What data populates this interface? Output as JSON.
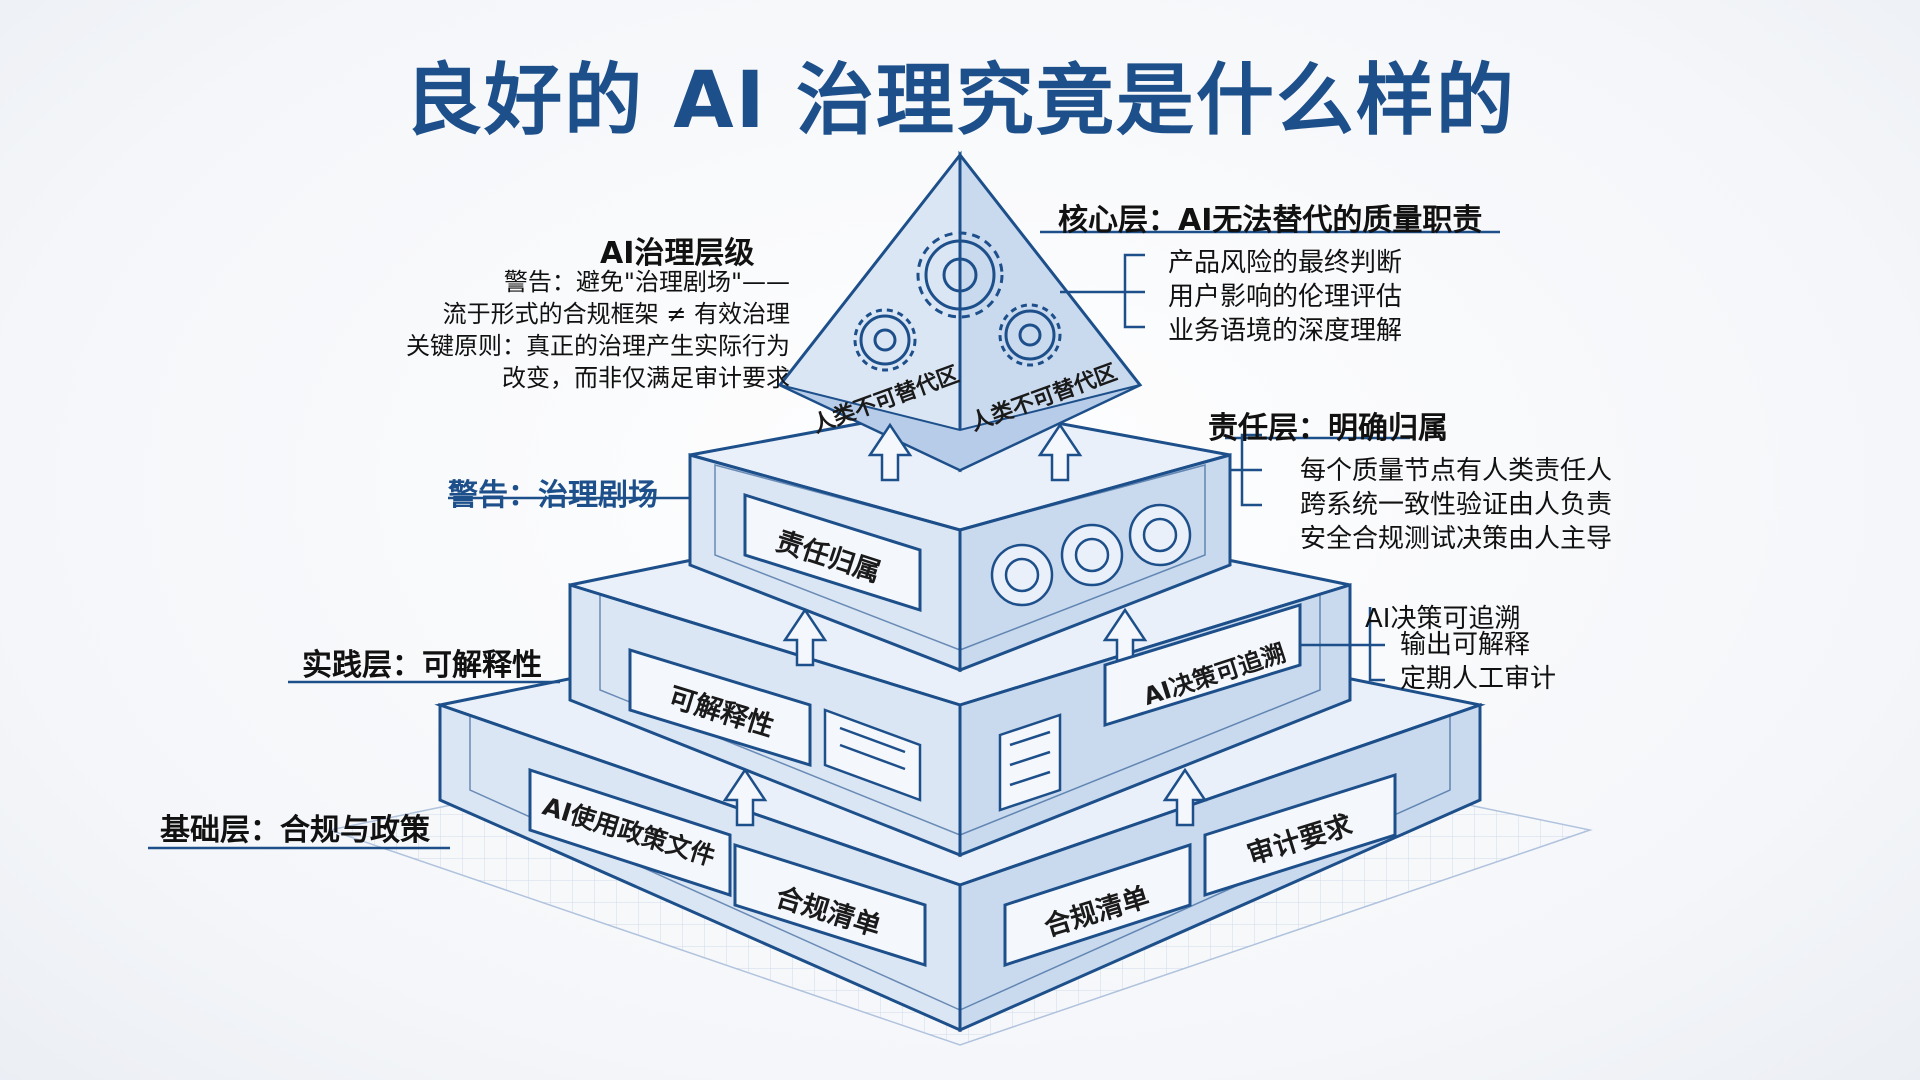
{
  "title": "良好的 AI 治理究竟是什么样的",
  "hierarchy_note": {
    "heading": "AI治理层级",
    "lines": [
      "警告：避免\"治理剧场\"——",
      "流于形式的合规框架 ≠ 有效治理",
      "关键原则：真正的治理产生实际行为",
      "改变，而非仅满足审计要求"
    ]
  },
  "core_layer": {
    "heading": "核心层：AI无法替代的质量职责",
    "items": [
      "产品风险的最终判断",
      "用户影响的伦理评估",
      "业务语境的深度理解"
    ],
    "apex_left": "人类不可替代区",
    "apex_right": "人类不可替代区"
  },
  "responsibility_layer": {
    "heading": "责任层：明确归属",
    "items": [
      "每个质量节点有人类责任人",
      "跨系统一致性验证由人负责",
      "安全合规测试决策由人主导"
    ],
    "panel": "责任归属"
  },
  "theater_warning": "警告：治理剧场",
  "practice_layer": {
    "heading": "实践层：可解释性",
    "panel_left": "可解释性",
    "panel_right": "AI决策可追溯",
    "items_heading": "AI决策可追溯",
    "items": [
      "输出可解释",
      "定期人工审计"
    ]
  },
  "foundation_layer": {
    "heading": "基础层：合规与政策",
    "panel_left_1": "AI使用政策文件",
    "panel_left_2": "合规清单",
    "panel_right_1": "合规清单",
    "panel_right_2": "审计要求"
  },
  "colors": {
    "ink": "#1d4f8a",
    "fill_light": "#e6eef8",
    "fill_mid": "#d2e0f2",
    "text": "#111111"
  },
  "icons": [
    "gear-icon",
    "gear-icon",
    "gear-icon",
    "badge-icon",
    "badge-icon",
    "badge-icon",
    "document-icon",
    "document-icon",
    "arrow-up-icon"
  ]
}
